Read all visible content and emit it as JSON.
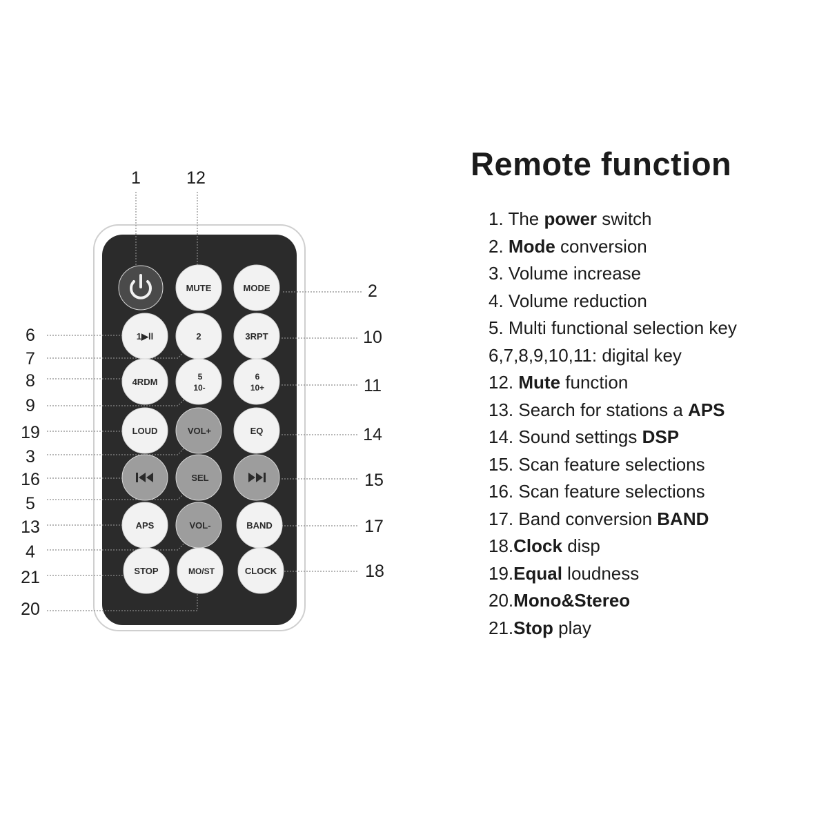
{
  "remote": {
    "callouts": [
      {
        "n": "1"
      },
      {
        "n": "12"
      },
      {
        "n": "2"
      },
      {
        "n": "6"
      },
      {
        "n": "10"
      },
      {
        "n": "7"
      },
      {
        "n": "8"
      },
      {
        "n": "11"
      },
      {
        "n": "9"
      },
      {
        "n": "19"
      },
      {
        "n": "14"
      },
      {
        "n": "3"
      },
      {
        "n": "16"
      },
      {
        "n": "15"
      },
      {
        "n": "5"
      },
      {
        "n": "13"
      },
      {
        "n": "17"
      },
      {
        "n": "4"
      },
      {
        "n": "21"
      },
      {
        "n": "18"
      },
      {
        "n": "20"
      }
    ],
    "keys": [
      {
        "label": "",
        "icon": "power-icon"
      },
      {
        "label": "MUTE"
      },
      {
        "label": "MODE"
      },
      {
        "label": "1▶ll"
      },
      {
        "label": "2"
      },
      {
        "label": "3RPT"
      },
      {
        "label": "4RDM"
      },
      {
        "label": "5",
        "label2": "10-"
      },
      {
        "label": "6",
        "label2": "10+"
      },
      {
        "label": "LOUD"
      },
      {
        "label": "VOL+"
      },
      {
        "label": "EQ"
      },
      {
        "label": "",
        "icon": "previous-track-icon"
      },
      {
        "label": "SEL"
      },
      {
        "label": "",
        "icon": "next-track-icon"
      },
      {
        "label": "APS"
      },
      {
        "label": "VOL-"
      },
      {
        "label": "BAND"
      },
      {
        "label": "STOP"
      },
      {
        "label": "MO/ST"
      },
      {
        "label": "CLOCK"
      }
    ]
  },
  "title": "Remote function",
  "functions": [
    {
      "pre": "1. The ",
      "bold": "power",
      "post": " switch"
    },
    {
      "pre": "2. ",
      "bold": "Mode",
      "post": " conversion"
    },
    {
      "pre": "3. Volume increase",
      "bold": "",
      "post": ""
    },
    {
      "pre": "4. Volume reduction",
      "bold": "",
      "post": ""
    },
    {
      "pre": "5. Multi functional selection key",
      "bold": "",
      "post": ""
    },
    {
      "pre": "6,7,8,9,10,11: digital key",
      "bold": "",
      "post": ""
    },
    {
      "pre": "12. ",
      "bold": "Mute",
      "post": " function"
    },
    {
      "pre": "13.  Search for stations a ",
      "bold": "APS",
      "post": ""
    },
    {
      "pre": "14. Sound settings ",
      "bold": "DSP",
      "post": ""
    },
    {
      "pre": "15. Scan feature selections",
      "bold": "",
      "post": ""
    },
    {
      "pre": "16. Scan feature selections",
      "bold": "",
      "post": ""
    },
    {
      "pre": "17. Band conversion ",
      "bold": "BAND",
      "post": ""
    },
    {
      "pre": "18.",
      "bold": "Clock",
      "post": " disp"
    },
    {
      "pre": "19.",
      "bold": "Equal",
      "post": " loudness"
    },
    {
      "pre": "20.",
      "bold": "Mono&Stereo",
      "post": ""
    },
    {
      "pre": "21.",
      "bold": "Stop",
      "post": " play"
    }
  ]
}
